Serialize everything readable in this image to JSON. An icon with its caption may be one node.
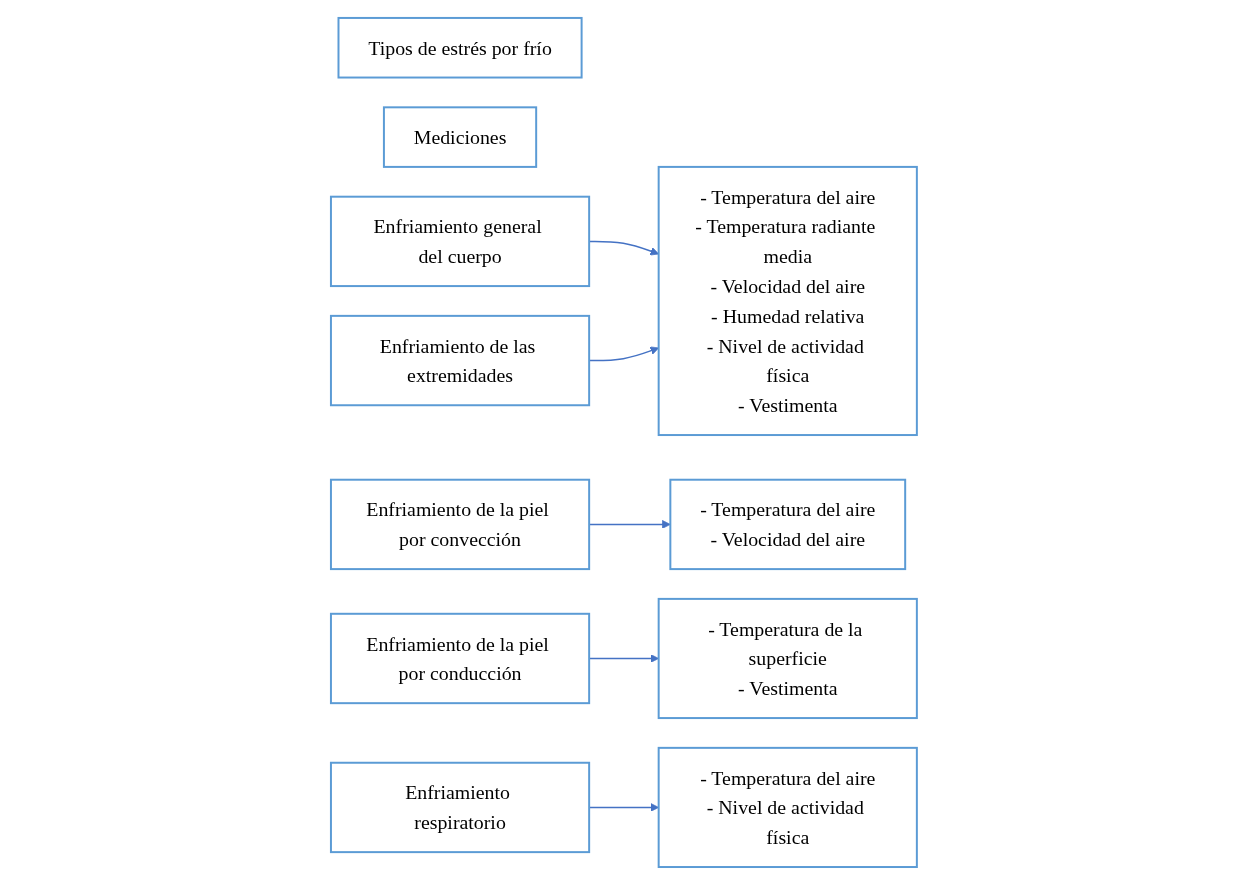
{
  "diagram": {
    "nodes": [
      {
        "text": [
          "Tipos de estrés por frío"
        ]
      },
      {
        "text": [
          "Mediciones"
        ]
      },
      {
        "text": [
          "Enfriamiento general del cuerpo"
        ]
      },
      {
        "text": [
          "Enfriamiento de las extremidades"
        ]
      },
      {
        "text": [
          "- Temperatura del aire",
          "- Temperatura radiante media",
          "- Velocidad del aire",
          "- Humedad relativa",
          "- Nivel de actividad física",
          "- Vestimenta"
        ]
      },
      {
        "text": [
          "Enfriamiento de la piel por convección"
        ]
      },
      {
        "text": [
          "- Temperatura del aire",
          "- Velocidad del aire"
        ]
      },
      {
        "text": [
          "Enfriamiento de la piel por conducción"
        ]
      },
      {
        "text": [
          "- Temperatura de la superficie",
          "- Vestimenta"
        ]
      },
      {
        "text": [
          "Enfriamiento respiratorio"
        ]
      },
      {
        "text": [
          "- Temperatura del aire",
          "- Nivel de actividad física"
        ]
      }
    ],
    "edges": [
      {
        "from": 2,
        "to": 4,
        "arrow": "to"
      },
      {
        "from": 3,
        "to": 4,
        "arrow": "to"
      },
      {
        "from": 5,
        "to": 6,
        "arrow": "to"
      },
      {
        "from": 7,
        "to": 8,
        "arrow": "to"
      },
      {
        "from": 9,
        "to": 10,
        "arrow": "to"
      }
    ]
  }
}
